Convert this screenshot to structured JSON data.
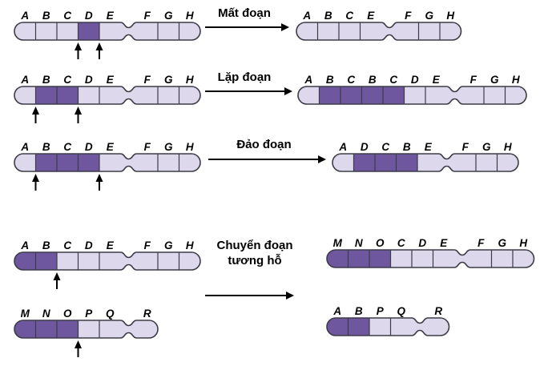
{
  "colors": {
    "segment_light": "#ded8ec",
    "segment_dark": "#6e579e",
    "outline": "#3c3c46",
    "text": "#000000",
    "arrow": "#000000"
  },
  "rows": [
    {
      "id": "deletion",
      "label": "Mất đoạn",
      "chromosomes": [
        {
          "id": "deletion-before",
          "letters": [
            "A",
            "B",
            "C",
            "D",
            "E",
            "F",
            "G",
            "H"
          ],
          "leftArm": 5,
          "dark": [
            3
          ],
          "arrows": [
            3,
            4
          ]
        },
        {
          "id": "deletion-after",
          "letters": [
            "A",
            "B",
            "C",
            "E",
            "F",
            "G",
            "H"
          ],
          "leftArm": 4,
          "dark": [],
          "arrows": []
        }
      ]
    },
    {
      "id": "duplication",
      "label": "Lặp đoạn",
      "chromosomes": [
        {
          "id": "duplication-before",
          "letters": [
            "A",
            "B",
            "C",
            "D",
            "E",
            "F",
            "G",
            "H"
          ],
          "leftArm": 5,
          "dark": [
            1,
            2
          ],
          "arrows": [
            1,
            3
          ]
        },
        {
          "id": "duplication-after",
          "letters": [
            "A",
            "B",
            "C",
            "B",
            "C",
            "D",
            "E",
            "F",
            "G",
            "H"
          ],
          "leftArm": 7,
          "dark": [
            1,
            2,
            3,
            4
          ],
          "arrows": []
        }
      ]
    },
    {
      "id": "inversion",
      "label": "Đảo đoạn",
      "chromosomes": [
        {
          "id": "inversion-before",
          "letters": [
            "A",
            "B",
            "C",
            "D",
            "E",
            "F",
            "G",
            "H"
          ],
          "leftArm": 5,
          "dark": [
            1,
            2,
            3
          ],
          "arrows": [
            1,
            4
          ]
        },
        {
          "id": "inversion-after",
          "letters": [
            "A",
            "D",
            "C",
            "B",
            "E",
            "F",
            "G",
            "H"
          ],
          "leftArm": 5,
          "dark": [
            1,
            2,
            3
          ],
          "arrows": []
        }
      ]
    },
    {
      "id": "translocation",
      "label": "Chuyển đoạn tương hỗ",
      "label_lines": [
        "Chuyển đoạn",
        "tương hỗ"
      ],
      "chromosomes": [
        {
          "id": "translocation-before-1",
          "letters": [
            "A",
            "B",
            "C",
            "D",
            "E",
            "F",
            "G",
            "H"
          ],
          "leftArm": 5,
          "dark": [
            0,
            1
          ],
          "arrows": [
            2
          ]
        },
        {
          "id": "translocation-before-2",
          "letters": [
            "M",
            "N",
            "O",
            "P",
            "Q",
            "R"
          ],
          "leftArm": 5,
          "dark": [
            0,
            1,
            2
          ],
          "arrows": [
            3
          ]
        },
        {
          "id": "translocation-after-1",
          "letters": [
            "M",
            "N",
            "O",
            "C",
            "D",
            "E",
            "F",
            "G",
            "H"
          ],
          "leftArm": 6,
          "dark": [
            0,
            1,
            2
          ],
          "arrows": []
        },
        {
          "id": "translocation-after-2",
          "letters": [
            "A",
            "B",
            "P",
            "Q",
            "R"
          ],
          "leftArm": 4,
          "dark": [
            0,
            1
          ],
          "arrows": []
        }
      ]
    }
  ]
}
